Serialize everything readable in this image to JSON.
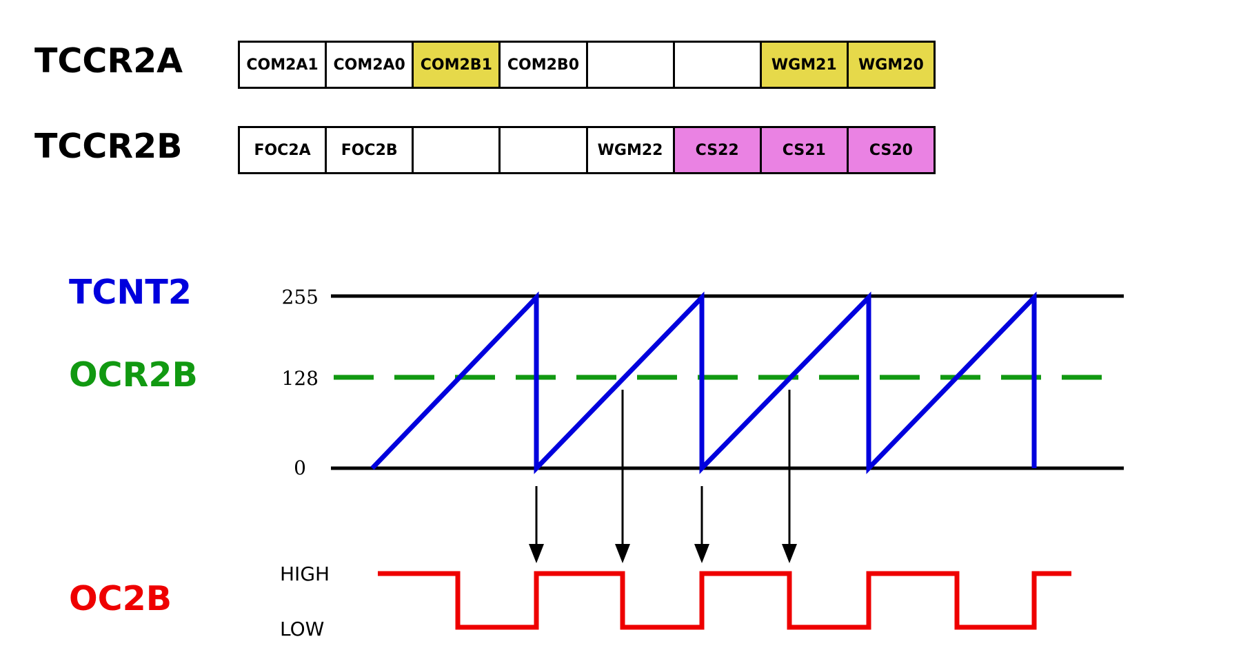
{
  "registers": [
    {
      "name": "TCCR2A",
      "bits": [
        {
          "label": "COM2A1",
          "highlight": "none"
        },
        {
          "label": "COM2A0",
          "highlight": "none"
        },
        {
          "label": "COM2B1",
          "highlight": "yellow"
        },
        {
          "label": "COM2B0",
          "highlight": "none"
        },
        {
          "label": "",
          "highlight": "none"
        },
        {
          "label": "",
          "highlight": "none"
        },
        {
          "label": "WGM21",
          "highlight": "yellow"
        },
        {
          "label": "WGM20",
          "highlight": "yellow"
        }
      ]
    },
    {
      "name": "TCCR2B",
      "bits": [
        {
          "label": "FOC2A",
          "highlight": "none"
        },
        {
          "label": "FOC2B",
          "highlight": "none"
        },
        {
          "label": "",
          "highlight": "none"
        },
        {
          "label": "",
          "highlight": "none"
        },
        {
          "label": "WGM22",
          "highlight": "none"
        },
        {
          "label": "CS22",
          "highlight": "pink"
        },
        {
          "label": "CS21",
          "highlight": "pink"
        },
        {
          "label": "CS20",
          "highlight": "pink"
        }
      ]
    }
  ],
  "signals": {
    "tcnt2": {
      "label": "TCNT2",
      "color": "#0000dd"
    },
    "ocr2b": {
      "label": "OCR2B",
      "color": "#119911"
    },
    "oc2b": {
      "label": "OC2B",
      "color": "#ee0000"
    }
  },
  "counter_axis": {
    "top": "255",
    "compare": "128",
    "bottom": "0"
  },
  "output_levels": {
    "high": "HIGH",
    "low": "LOW"
  },
  "colors": {
    "yellow": "#e6d94a",
    "pink": "#ea82e3",
    "counter": "#0000dd",
    "compare": "#119911",
    "output": "#ee0000",
    "line": "#000000"
  }
}
